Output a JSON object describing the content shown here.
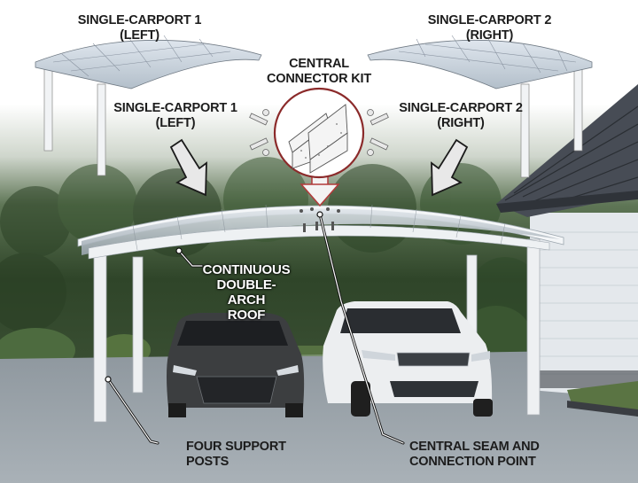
{
  "diagram": {
    "title_left": "SINGLE-CARPORT 1 (LEFT)",
    "title_right": "SINGLE-CARPORT 2 (RIGHT)",
    "connector_kit_label": [
      "CENTRAL",
      "CONNECTOR KIT"
    ],
    "left_component_label": [
      "SINGLE-CARPORT 1",
      "(LEFT)"
    ],
    "right_component_label": [
      "SINGLE-CARPORT 2",
      "(RIGHT)"
    ],
    "callouts": {
      "roof": [
        "CONTINUOUS",
        "DOUBLE-ARCH",
        "ROOF"
      ],
      "posts": [
        "FOUR SUPPORT",
        "POSTS"
      ],
      "seam": [
        "CENTRAL SEAM AND",
        "CONNECTION POINT"
      ]
    },
    "colors": {
      "connector_circle": "#8b2a2a",
      "arrow_fill": "#e8e8e8",
      "arrow_outline": "#1a1a1a",
      "red_arrow_outline": "#b23a3a",
      "roof_panel": "#b9c3cc",
      "house_siding": "#e6e9ec",
      "house_roof": "#4a4f57",
      "foliage": "#3d5a33",
      "pavement": "#9aa3aa"
    }
  }
}
